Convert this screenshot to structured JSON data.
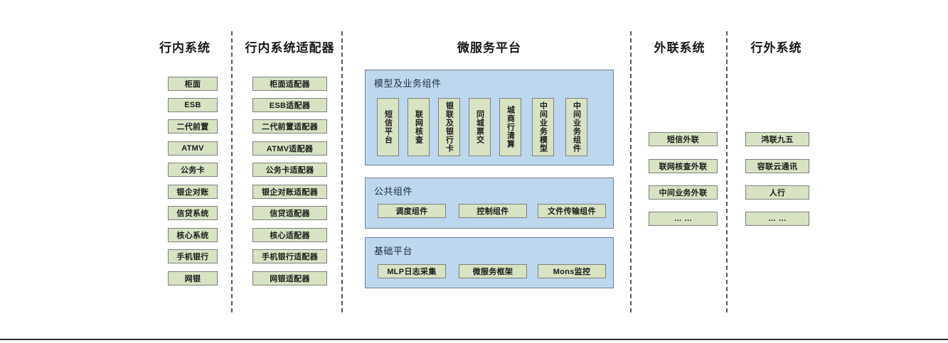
{
  "diagram": {
    "title_inner_systems": "行内系统",
    "title_inner_adapters": "行内系统适配器",
    "title_platform": "微服务平台",
    "title_external_link": "外联系统",
    "title_outside_systems": "行外系统",
    "colors": {
      "node_fill": "#d7e3c3",
      "node_border": "#7f7f7f",
      "panel_fill": "#bdd7ee",
      "panel_border": "#6e7f91",
      "divider": "#5a5a5a",
      "text": "#171717"
    }
  },
  "inner_systems": [
    {
      "label": "柜面"
    },
    {
      "label": "ESB"
    },
    {
      "label": "二代前置"
    },
    {
      "label": "ATMV"
    },
    {
      "label": "公务卡"
    },
    {
      "label": "银企对账"
    },
    {
      "label": "信贷系统"
    },
    {
      "label": "核心系统"
    },
    {
      "label": "手机银行"
    },
    {
      "label": "网银"
    }
  ],
  "inner_adapters": [
    {
      "label": "柜面适配器"
    },
    {
      "label": "ESB适配器"
    },
    {
      "label": "二代前置适配器"
    },
    {
      "label": "ATMV适配器"
    },
    {
      "label": "公务卡适配器"
    },
    {
      "label": "银企对账适配器"
    },
    {
      "label": "信贷适配器"
    },
    {
      "label": "核心适配器"
    },
    {
      "label": "手机银行适配器"
    },
    {
      "label": "网银适配器"
    }
  ],
  "platform": {
    "groups": [
      {
        "label": "模型及业务组件",
        "orientation": "vertical",
        "items": [
          {
            "label": "短信平台"
          },
          {
            "label": "联网核查"
          },
          {
            "label": "银联及银行卡"
          },
          {
            "label": "同城票交"
          },
          {
            "label": "城商行清算"
          },
          {
            "label": "中间业务模型"
          },
          {
            "label": "中间业务组件"
          }
        ]
      },
      {
        "label": "公共组件",
        "orientation": "horizontal",
        "items": [
          {
            "label": "调度组件"
          },
          {
            "label": "控制组件"
          },
          {
            "label": "文件传输组件"
          }
        ]
      },
      {
        "label": "基础平台",
        "orientation": "horizontal",
        "items": [
          {
            "label": "MLP日志采集"
          },
          {
            "label": "微服务框架"
          },
          {
            "label": "Mons监控"
          }
        ]
      }
    ]
  },
  "external_link_systems": [
    {
      "label": "短信外联"
    },
    {
      "label": "联网核查外联"
    },
    {
      "label": "中间业务外联"
    },
    {
      "label": "… …"
    }
  ],
  "outside_systems": [
    {
      "label": "鸿联九五"
    },
    {
      "label": "容联云通讯"
    },
    {
      "label": "人行"
    },
    {
      "label": "… …"
    }
  ]
}
